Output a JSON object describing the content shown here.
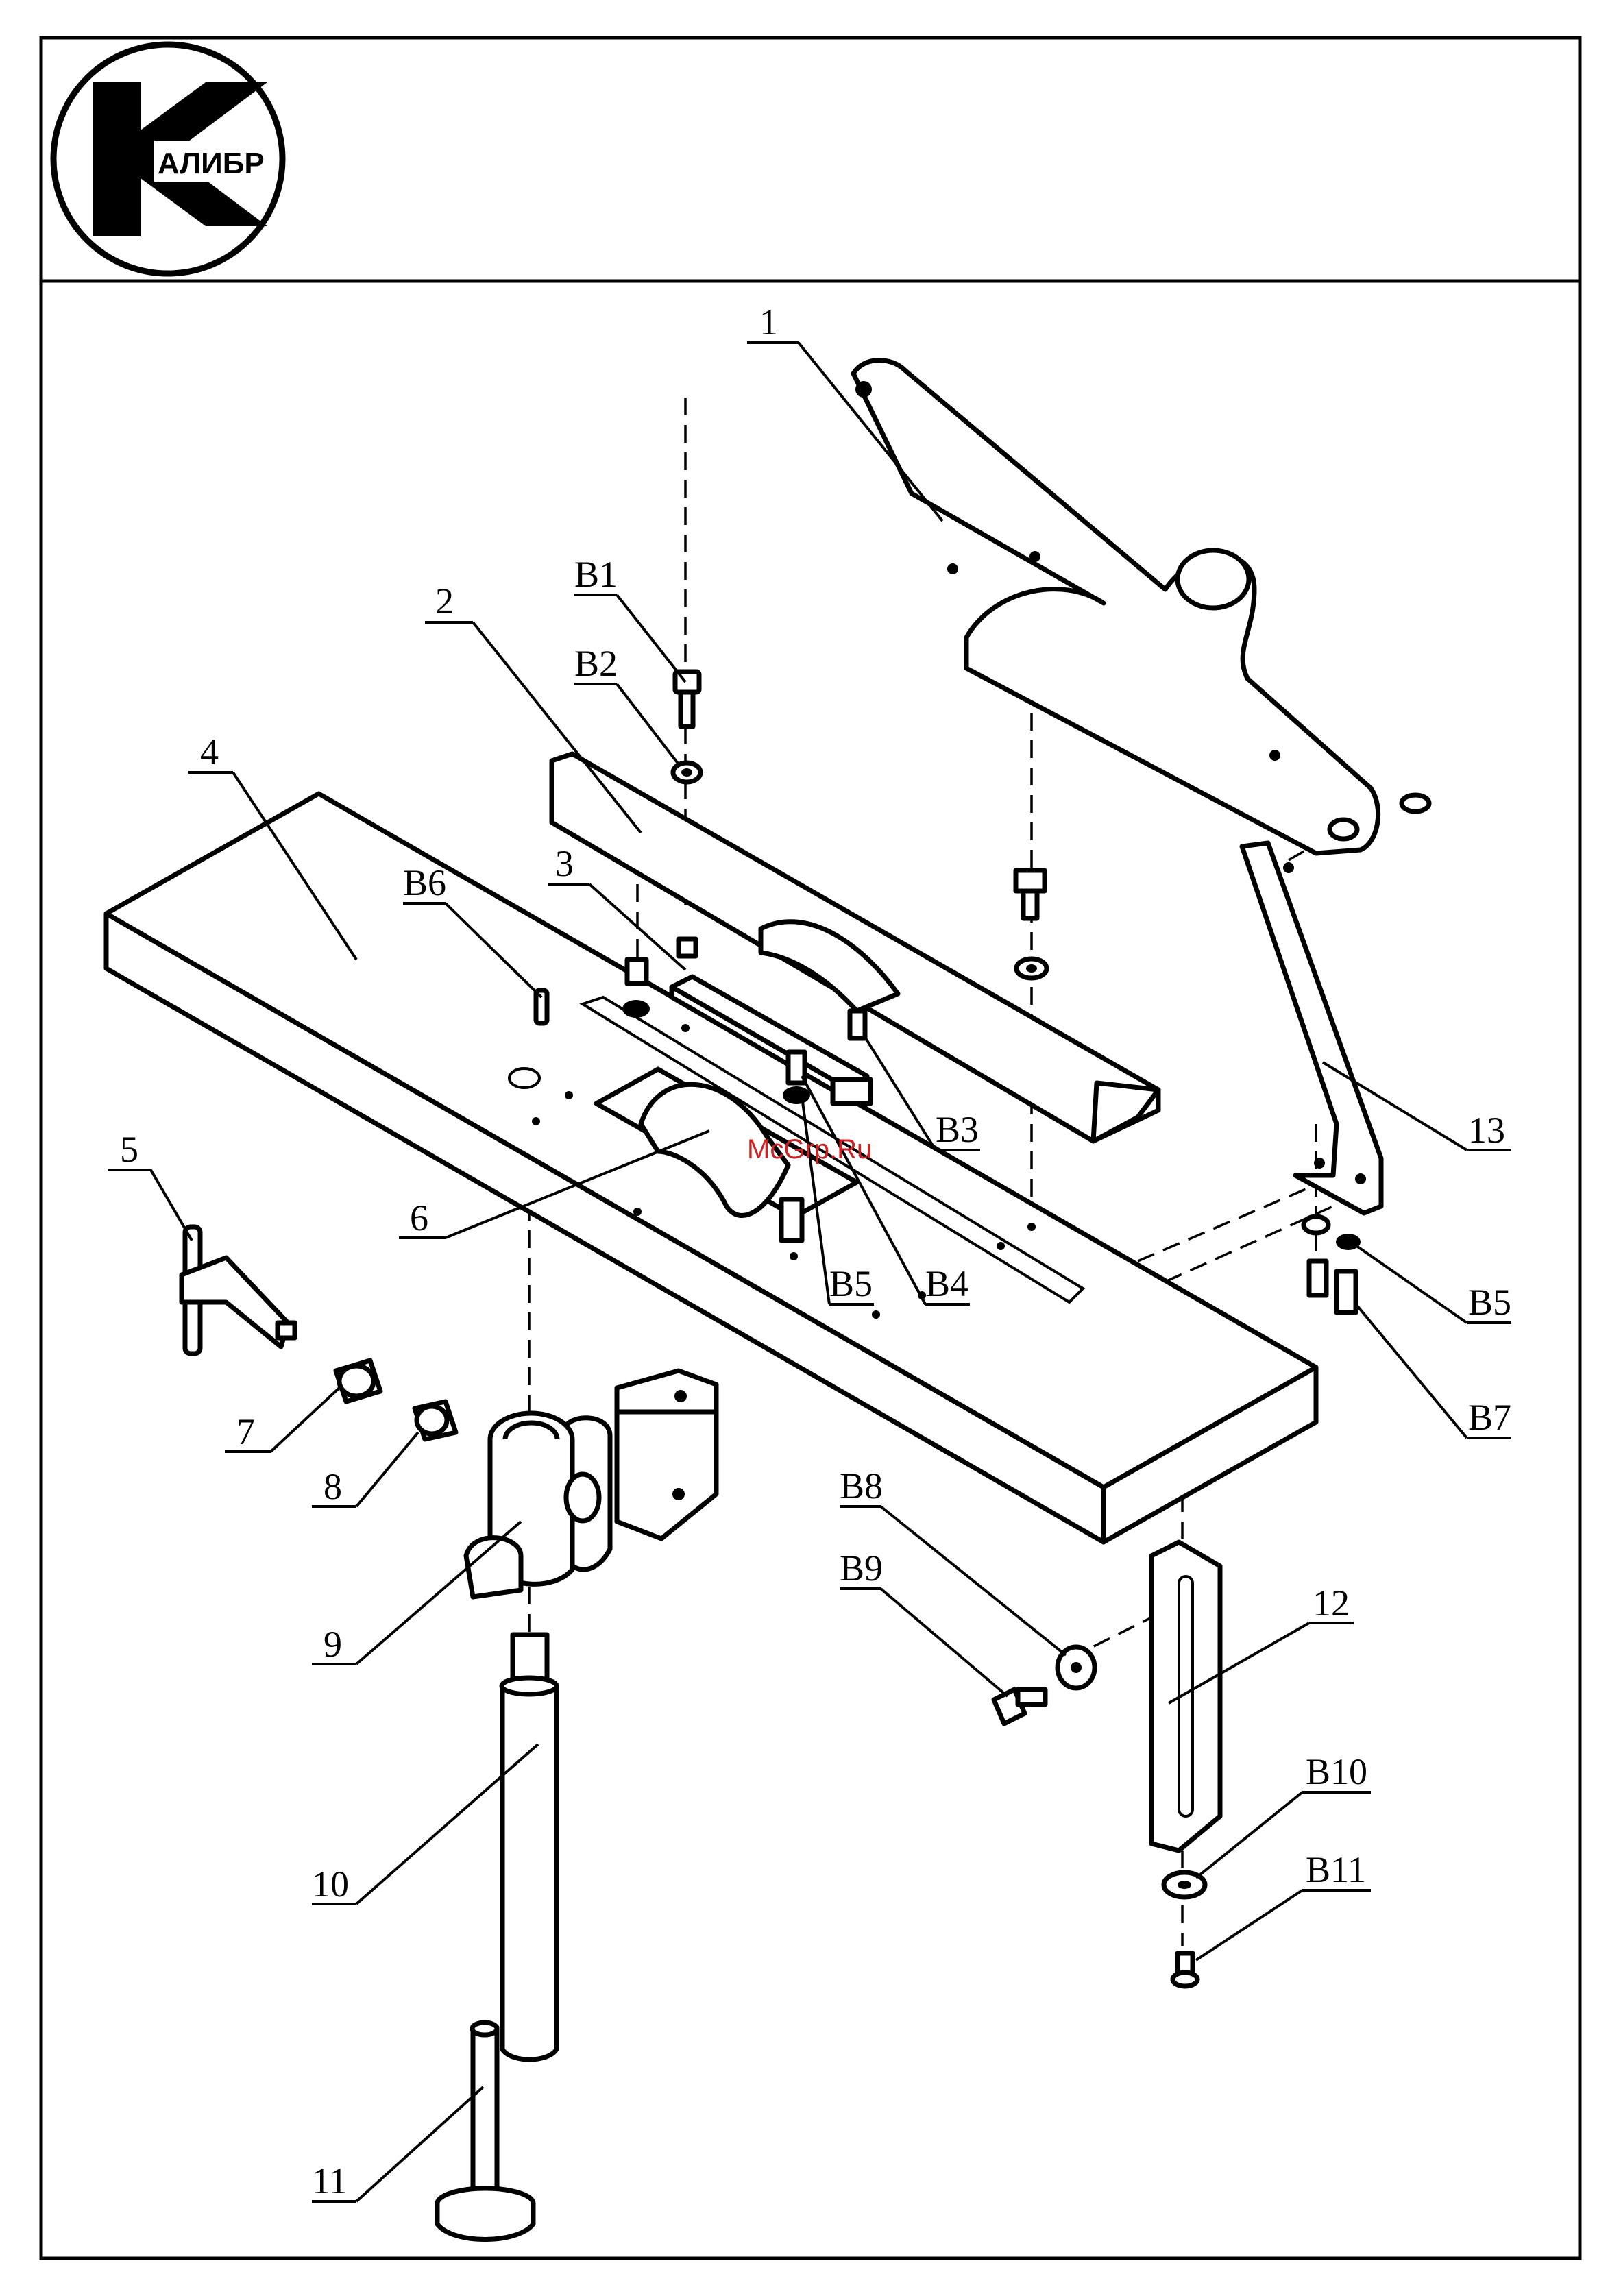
{
  "logo": {
    "text": "АЛИБР"
  },
  "watermark": {
    "text": "McGrp.Ru",
    "color": "#cc2222"
  },
  "callouts": [
    "1",
    "2",
    "3",
    "4",
    "5",
    "6",
    "7",
    "8",
    "9",
    "10",
    "11",
    "12",
    "13",
    "B1",
    "B2",
    "B3",
    "B4",
    "B5",
    "B5",
    "B6",
    "B7",
    "B8",
    "B9",
    "B10",
    "B11"
  ],
  "labels": {
    "p1": "1",
    "p2": "2",
    "p3": "3",
    "p4": "4",
    "p5": "5",
    "p6": "6",
    "p7": "7",
    "p8": "8",
    "p9": "9",
    "p10": "10",
    "p11": "11",
    "p12": "12",
    "p13": "13",
    "b1": "B1",
    "b2": "B2",
    "b3": "B3",
    "b4": "B4",
    "b5a": "B5",
    "b5b": "B5",
    "b6": "B6",
    "b7": "B7",
    "b8": "B8",
    "b9": "B9",
    "b10": "B10",
    "b11": "B11"
  }
}
